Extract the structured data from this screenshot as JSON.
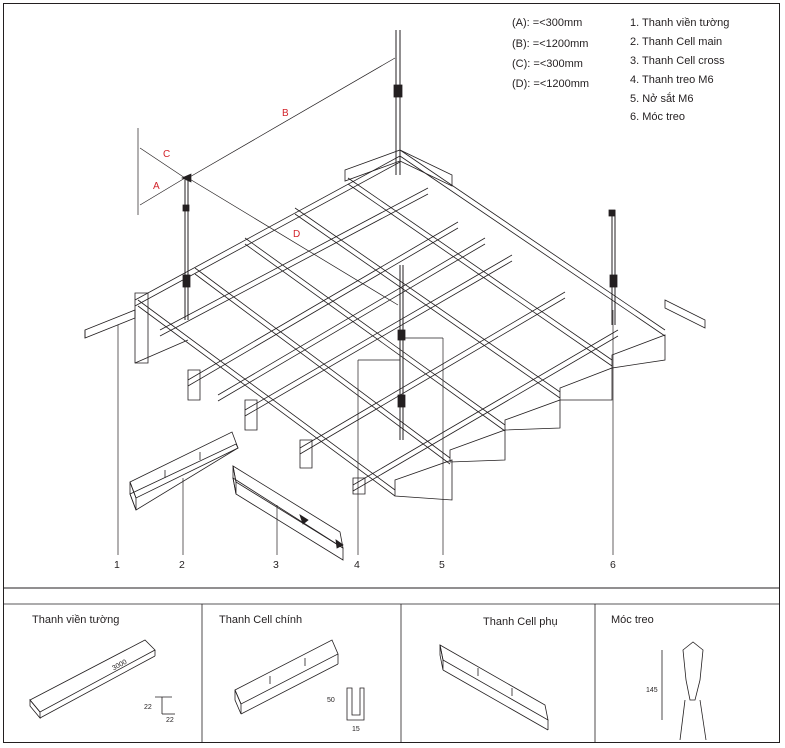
{
  "spec": {
    "items": [
      {
        "key": "(A):",
        "value": "=<300mm"
      },
      {
        "key": "(B):",
        "value": "=<1200mm"
      },
      {
        "key": "(C):",
        "value": "=<300mm"
      },
      {
        "key": "(D):",
        "value": "=<1200mm"
      }
    ]
  },
  "legend": {
    "items": [
      "1. Thanh viền tường",
      "2. Thanh Cell main",
      "3. Thanh Cell cross",
      "4. Thanh treo M6",
      "5. Nở sắt M6",
      "6. Móc treo"
    ]
  },
  "dimension_letters": {
    "a": "A",
    "b": "B",
    "c": "C",
    "d": "D"
  },
  "callouts": [
    "1",
    "2",
    "3",
    "4",
    "5",
    "6"
  ],
  "panels": {
    "wall": {
      "title": "Thanh viền tường",
      "length": "3000",
      "w1": "22",
      "w2": "22"
    },
    "main": {
      "title": "Thanh Cell chính",
      "height": "50",
      "width": "15"
    },
    "cross": {
      "title": "Thanh Cell phụ"
    },
    "hanger": {
      "title": "Móc treo",
      "height": "145"
    }
  },
  "colors": {
    "line": "#231f20",
    "accent": "#d2232a"
  }
}
